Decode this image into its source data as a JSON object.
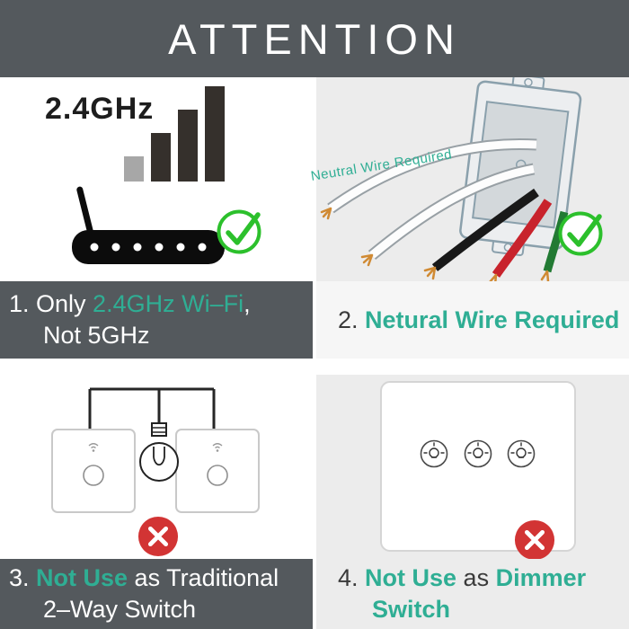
{
  "header": {
    "title": "ATTENTION"
  },
  "wifi_panel": {
    "ghz_label": "2.4GHz",
    "caption_num": "1. Only ",
    "caption_teal": "2.4GHz Wi–Fi",
    "caption_comma": ",",
    "caption_line2": "Not 5GHz"
  },
  "neutral_panel": {
    "wire_label": "Neutral Wire Required",
    "caption_num": "2. ",
    "caption_teal": "Netural Wire Required"
  },
  "twoway_panel": {
    "caption_num": "3. ",
    "caption_teal": "Not Use",
    "caption_rest": " as Traditional",
    "caption_line2": "2–Way Switch"
  },
  "dimmer_panel": {
    "caption_num": "4. ",
    "caption_teal": "Not Use",
    "caption_as": " as ",
    "caption_teal2": "Dimmer",
    "caption_line2": "Switch"
  },
  "colors": {
    "header_bg": "#54595d",
    "accent_teal": "#2fae94",
    "check_green": "#2cc02c",
    "cross_red": "#d23434",
    "panel_gray": "#ececec"
  }
}
